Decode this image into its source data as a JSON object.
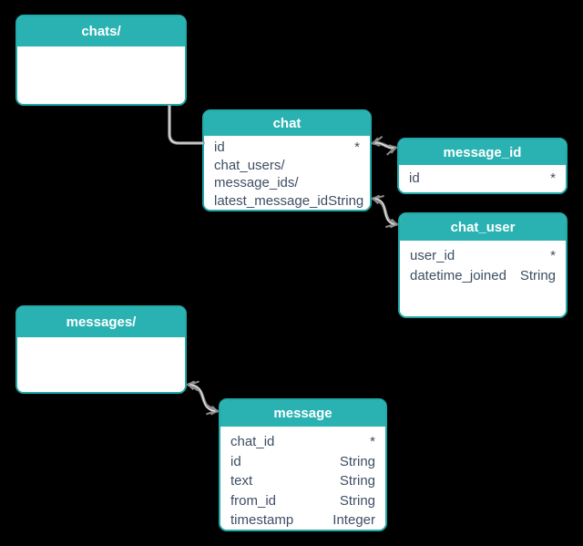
{
  "diagram": {
    "colors": {
      "accent": "#2ab2b3",
      "accent_border": "#22a8a9",
      "header_text": "#ffffff",
      "field_text": "#3e4e63",
      "wire": "#8c8c8c",
      "wire_core": "#e8e8e8",
      "bg": "#000000"
    },
    "entities": [
      {
        "id": "chats",
        "title": "chats/",
        "fields": []
      },
      {
        "id": "chat",
        "title": "chat",
        "fields": [
          {
            "name": "id",
            "type": "*"
          },
          {
            "name": "chat_users/",
            "type": ""
          },
          {
            "name": "message_ids/",
            "type": ""
          },
          {
            "name": "latest_message_id",
            "type": "String"
          }
        ]
      },
      {
        "id": "message_id",
        "title": "message_id",
        "fields": [
          {
            "name": "id",
            "type": "*"
          }
        ]
      },
      {
        "id": "chat_user",
        "title": "chat_user",
        "fields": [
          {
            "name": "user_id",
            "type": "*"
          },
          {
            "name": "datetime_joined",
            "type": "String"
          }
        ]
      },
      {
        "id": "messages",
        "title": "messages/",
        "fields": []
      },
      {
        "id": "message",
        "title": "message",
        "fields": [
          {
            "name": "chat_id",
            "type": "*"
          },
          {
            "name": "id",
            "type": "String"
          },
          {
            "name": "text",
            "type": "String"
          },
          {
            "name": "from_id",
            "type": "String"
          },
          {
            "name": "timestamp",
            "type": "Integer"
          }
        ]
      }
    ],
    "connections": [
      {
        "from": "chats/",
        "to": "chat",
        "style": "elbow"
      },
      {
        "from": "chat",
        "to": "message_id",
        "style": "double-arrow"
      },
      {
        "from": "chat",
        "to": "chat_user",
        "style": "double-arrow"
      },
      {
        "from": "messages/",
        "to": "message",
        "style": "double-arrow"
      }
    ]
  }
}
